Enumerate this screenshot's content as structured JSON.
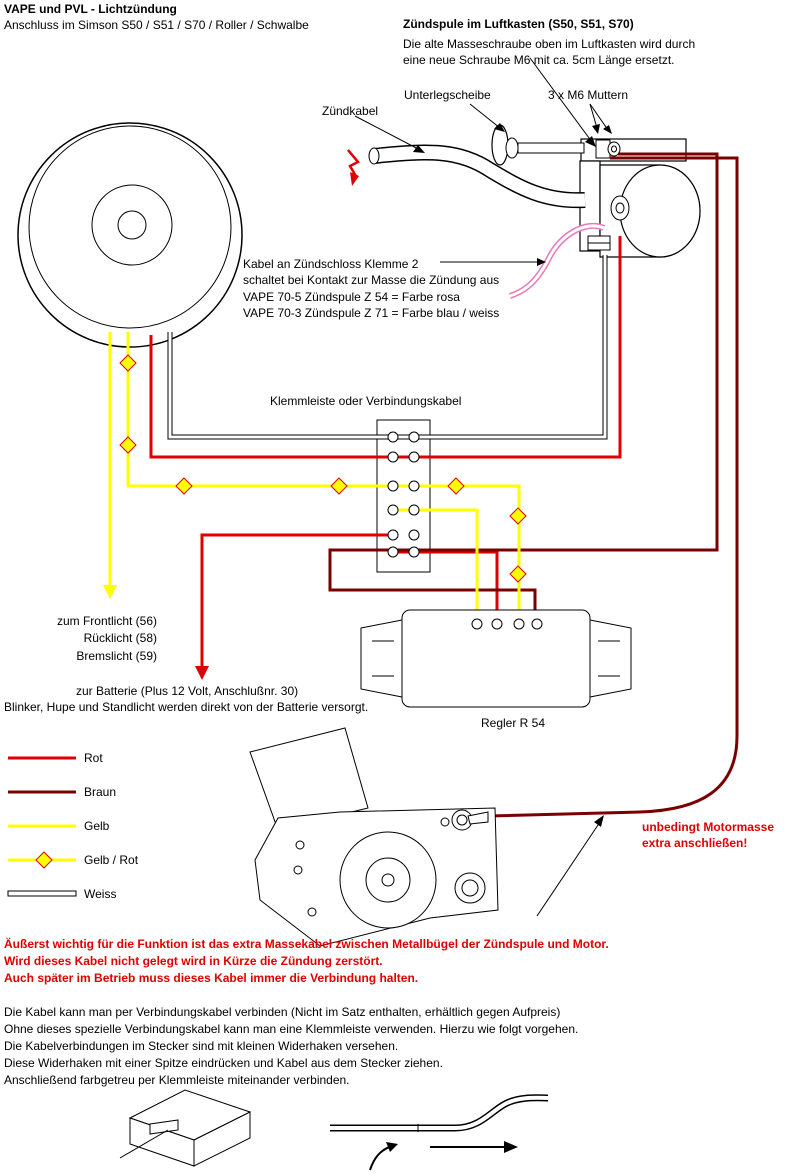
{
  "header": {
    "title": "VAPE und PVL - Lichtzündung",
    "subtitle": "Anschluss im Simson S50 / S51 / S70 / Roller / Schwalbe"
  },
  "coil_note": {
    "title": "Zündspule im Luftkasten (S50, S51, S70)",
    "line1": "Die alte Masseschraube oben im Luftkasten wird durch",
    "line2": "eine neue Schraube M6  mit ca. 5cm Länge ersetzt."
  },
  "labels": {
    "washer": "Unterlegscheibe",
    "nuts": "3 x M6 Muttern",
    "ignition_cable": "Zündkabel",
    "terminal_block": "Klemmleiste oder Verbindungskabel",
    "regulator": "Regler R 54"
  },
  "switch_note": {
    "line1": "Kabel an Zündschloss Klemme 2",
    "line2": "schaltet bei Kontakt zur Masse die Zündung aus",
    "line3": "VAPE 70-5 Zündspule Z 54 = Farbe rosa",
    "line4": "VAPE 70-3 Zündspule Z 71 = Farbe blau / weiss"
  },
  "lights": {
    "front": "zum Frontlicht (56)",
    "rear": "Rücklicht (58)",
    "brake": "Bremslicht (59)"
  },
  "battery": {
    "line1": "zur Batterie (Plus 12 Volt, Anschlußnr. 30)",
    "line2": "Blinker, Hupe und Standlicht werden direkt von der Batterie versorgt."
  },
  "legend": [
    {
      "label": "Rot",
      "color": "#e00000"
    },
    {
      "label": "Braun",
      "color": "#7a0000"
    },
    {
      "label": "Gelb",
      "color": "#ffff00"
    },
    {
      "label": "Gelb / Rot",
      "color": "#ffff00"
    },
    {
      "label": "Weiss",
      "color": "#ffffff"
    }
  ],
  "ground_note": {
    "line1": "unbedingt Motormasse",
    "line2": "extra anschließen!"
  },
  "warning": {
    "line1": "Äußerst wichtig für die Funktion ist das extra Massekabel zwischen Metallbügel der Zündspule und Motor.",
    "line2": "Wird dieses Kabel nicht gelegt wird in Kürze die Zündung zerstört.",
    "line3": "Auch später im Betrieb muss dieses Kabel immer die Verbindung halten."
  },
  "instructions": [
    "Die Kabel kann man per Verbindungskabel verbinden (Nicht im Satz enthalten, erhältlich gegen Aufpreis)",
    "Ohne dieses spezielle Verbindungskabel kann man eine Klemmleiste verwenden. Hierzu wie folgt vorgehen.",
    "Die Kabelverbindungen im Stecker sind mit kleinen Widerhaken versehen.",
    "Diese Widerhaken mit einer Spitze eindrücken und Kabel aus dem Stecker ziehen.",
    "Anschließend farbgetreu per Klemmleiste miteinander verbinden."
  ]
}
